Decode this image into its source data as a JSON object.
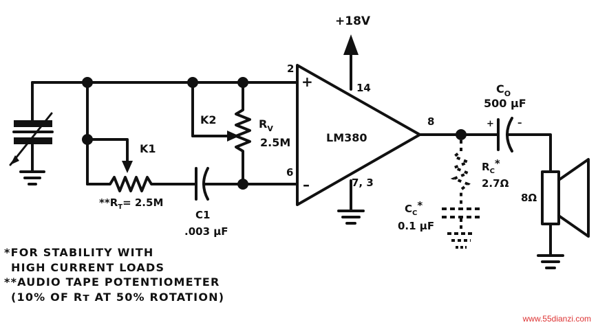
{
  "supply": {
    "label": "+18V"
  },
  "ic": {
    "name": "LM380",
    "pin_in_plus": "2",
    "pin_in_minus": "6",
    "pin_supply": "14",
    "pin_ground": "7, 3",
    "pin_out": "8",
    "plus_sign": "+",
    "minus_sign": "–"
  },
  "components": {
    "k1": "K1",
    "k2": "K2",
    "rv_name": "R",
    "rv_sub": "V",
    "rv_value": "2.5M",
    "rt_prefix": "**R",
    "rt_sub": "T",
    "rt_value": " = 2.5M",
    "c1_name": "C1",
    "c1_value": ".003 μF",
    "rc_name": "R",
    "rc_sub": "C",
    "rc_star": "*",
    "rc_value": "2.7Ω",
    "cc_name": "C",
    "cc_sub": "C",
    "cc_star": "*",
    "cc_value": "0.1 μF",
    "co_name": "C",
    "co_sub": "O",
    "co_value": "500 μF",
    "co_plus": "+",
    "co_minus": "–",
    "speaker_value": "8Ω"
  },
  "notes": [
    "*FOR STABILITY WITH",
    "  HIGH CURRENT LOADS",
    "**AUDIO TAPE POTENTIOMETER",
    "  (10% OF Rᴛ AT 50% ROTATION)"
  ],
  "watermark": "www.55dianzi.com"
}
